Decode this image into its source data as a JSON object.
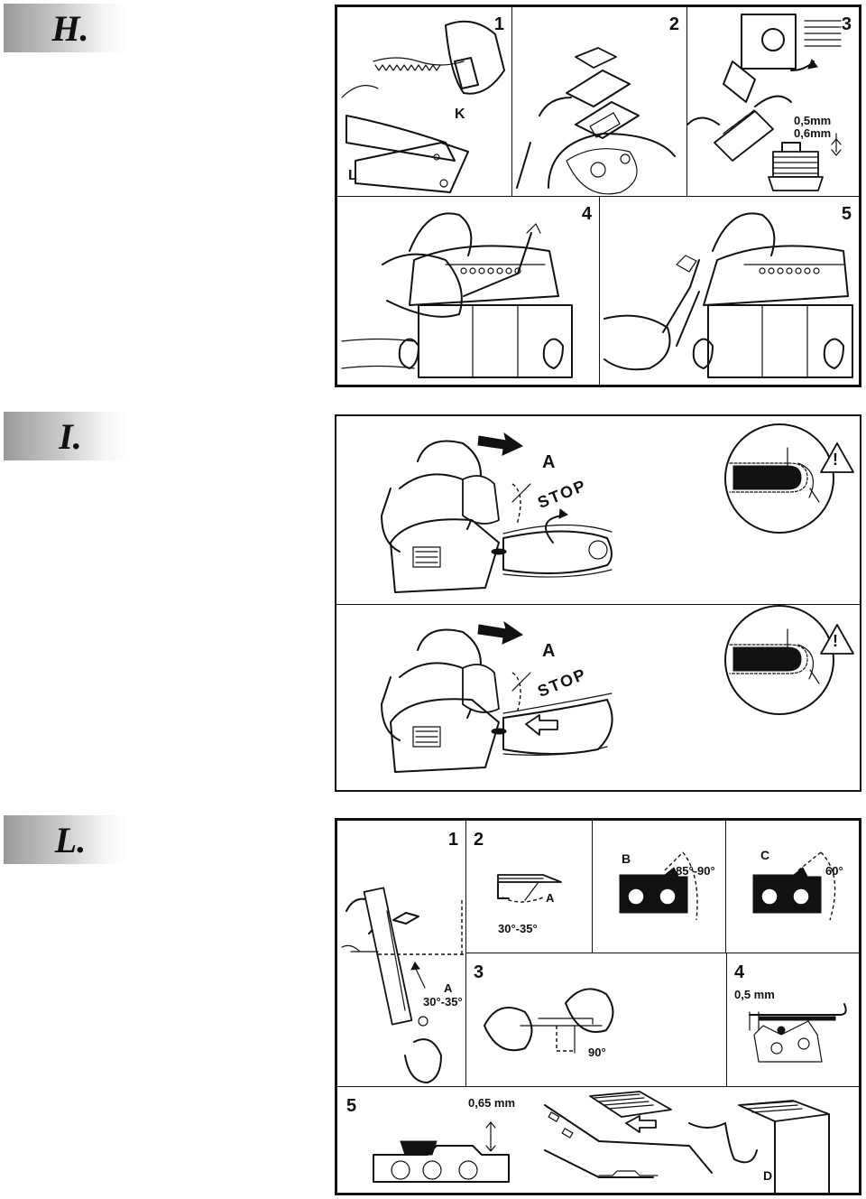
{
  "sections": {
    "h": {
      "title": "H."
    },
    "i": {
      "title": "I."
    },
    "l": {
      "title": "L."
    }
  },
  "h_panels": {
    "p1": {
      "number": "1",
      "label_k": "K",
      "label_l": "L"
    },
    "p2": {
      "number": "2"
    },
    "p3": {
      "number": "3",
      "gap_1": "0,5mm",
      "gap_2": "0,6mm"
    },
    "p4": {
      "number": "4"
    },
    "p5": {
      "number": "5"
    }
  },
  "i_panels": {
    "top": {
      "label_a": "A",
      "stop": "STOP"
    },
    "bottom": {
      "label_a": "A",
      "stop": "STOP"
    },
    "warning_symbol": "!"
  },
  "l_panels": {
    "p1": {
      "number": "1",
      "label_a": "A",
      "angle": "30°-35°"
    },
    "p2": {
      "number": "2",
      "label_a": "A",
      "angle": "30°-35°"
    },
    "p2b": {
      "label_b": "B",
      "angle": "85°-90°"
    },
    "p2c": {
      "label_c": "C",
      "angle": "60°"
    },
    "p3": {
      "number": "3",
      "angle": "90°"
    },
    "p4": {
      "number": "4",
      "gap": "0,5 mm"
    },
    "p5": {
      "number": "5",
      "gap": "0,65 mm",
      "label_d": "D"
    }
  }
}
